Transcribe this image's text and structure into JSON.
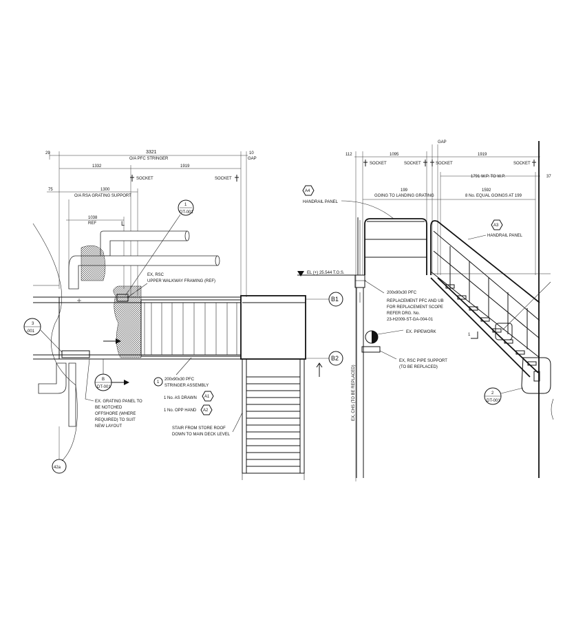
{
  "left_view": {
    "dims_top": {
      "d29": "29",
      "d3321": "3321",
      "oa_pfc": "O/A PFC STRINGER",
      "d10": "10",
      "gap": "GAP",
      "d1332": "1332",
      "d1919": "1919",
      "d75": "75",
      "d1300": "1300",
      "oa_rsa": "O/A RSA GRATING SUPPORT",
      "d1038": "1038",
      "ref": "REF",
      "l_mark": "L"
    },
    "socket_labels": [
      "SOCKET",
      "SOCKET"
    ],
    "callouts": {
      "dt_num_1": "1",
      "dt_ref_1": "DT-001",
      "ex_rsc": "EX, RSC",
      "upper_walkway": "UPPER WALKWAY FRAMING (REF)",
      "b1": "B1",
      "b2": "B2",
      "sect3_num": "3",
      "sect3_ref": "-001",
      "sectB_num": "B",
      "sectB_ref": "DT-001",
      "ex_grating_1": "EX. GRATING PANEL TO",
      "ex_grating_2": "BE NOTCHED",
      "ex_grating_3": "OFFSHORE (WHERE",
      "ex_grating_4": "REQUIRED) TO SUIT",
      "ex_grating_5": "NEW LAYOUT",
      "stringer_num": "1",
      "stringer_1": "200x90x30 PFC",
      "stringer_2": "STRINGER ASSEMBLY",
      "as_drawn": "1 No. AS DRAWN",
      "a1": "A1",
      "opp_hand": "1 No. OPP HAND",
      "a2": "A2",
      "stair_1": "STAIR FROM STORE ROOF",
      "stair_2": "DOWN TO MAIN DECK LEVEL",
      "grid_42a": "42a"
    }
  },
  "right_view": {
    "gap_top": "GAP",
    "dims_top": {
      "d112": "112",
      "d1095": "1095",
      "d1919": "1919",
      "d1791": "1791 W.P. TO W.P.",
      "d37": "37",
      "d199": "199",
      "going": "GOING TO LANDING GRATING",
      "d1592": "1592",
      "goings": "8 No. EQUAL GOINGS AT 199"
    },
    "socket_labels": [
      "SOCKET",
      "SOCKET",
      "SOCKET",
      "SOCKET"
    ],
    "callouts": {
      "a4": "A4",
      "handrail_a4": "HANDRAIL PANEL",
      "a3": "A3",
      "handrail_a3": "HANDRAIL PANEL",
      "elevation": "EL (+) 25.544 T.O.S.",
      "repl_1": "200x90x30 PFC",
      "repl_2": "REPLACEMENT PFC AND UB",
      "repl_3": "FOR REPLACEMENT SCOPE",
      "repl_4": "REFER DRG. No.",
      "repl_5": "23-H2009-ST-GA-004-01",
      "ex_pipework": "EX. PIPEWORK",
      "pipe_sup_1": "EX, RSC PIPE SUPPORT",
      "pipe_sup_2": "(TO BE REPLACED)",
      "chs": "EX, CHS (TO BE REPLACED)",
      "slope": "1",
      "det2_num": "2",
      "det2_ref": "DT-001"
    }
  }
}
